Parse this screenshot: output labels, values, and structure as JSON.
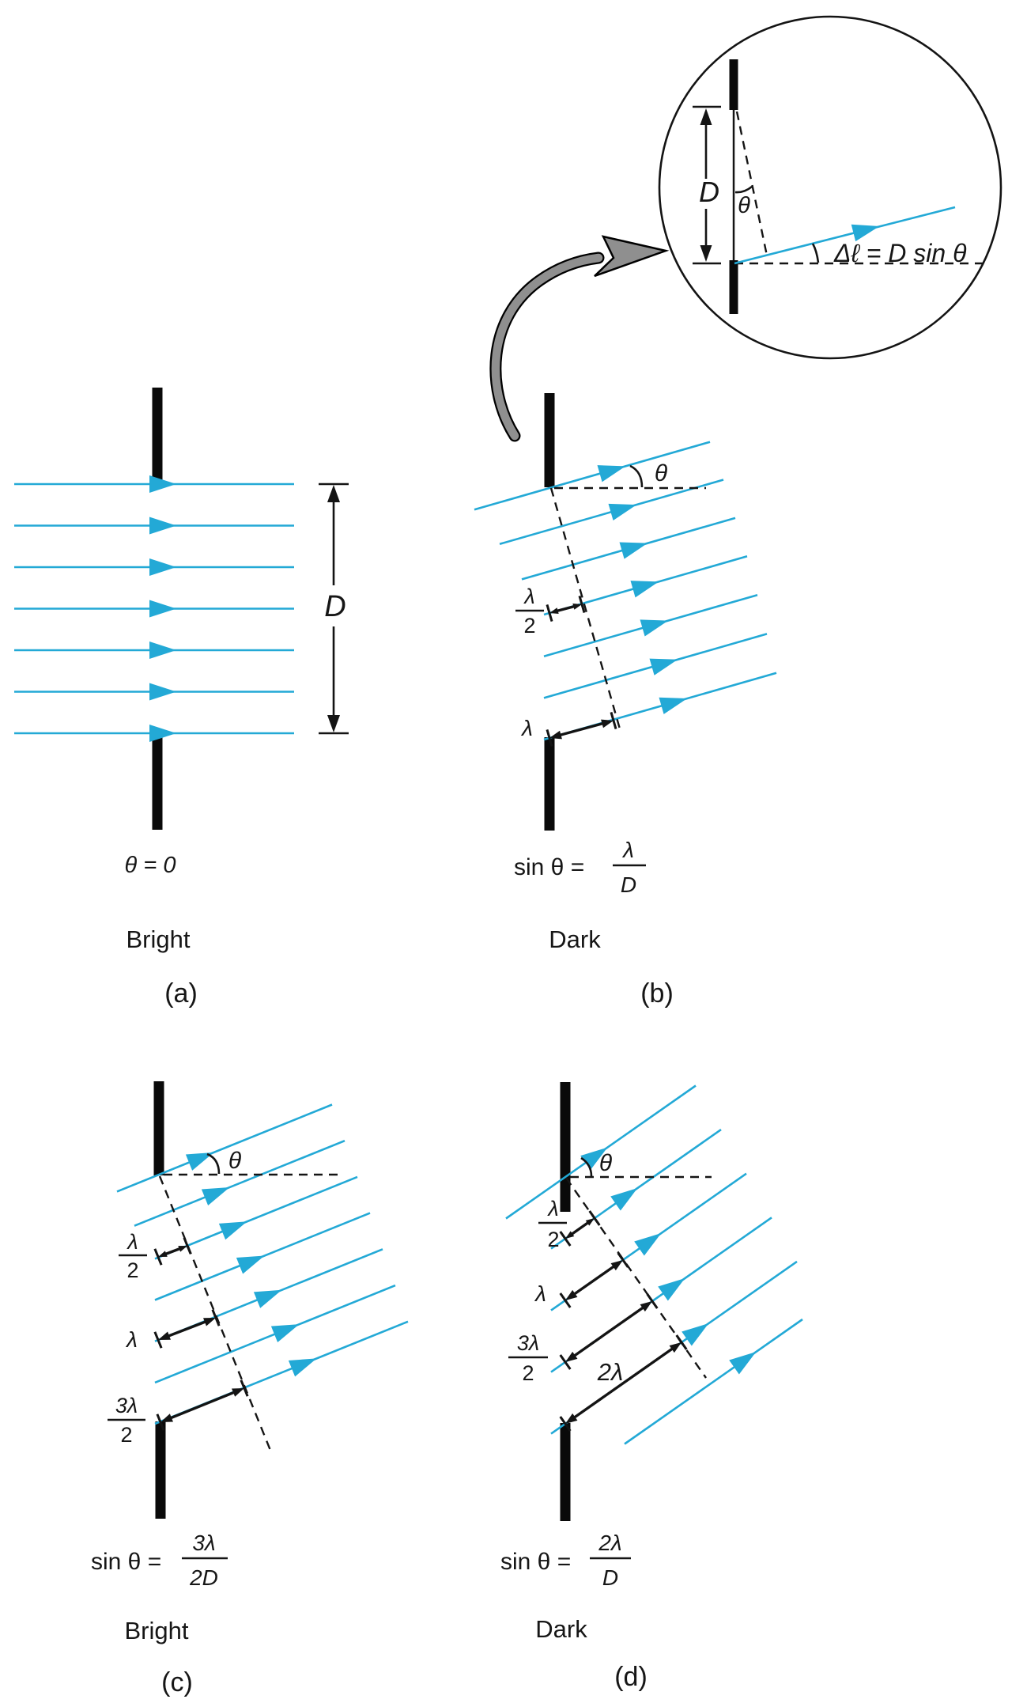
{
  "colors": {
    "ray_cyan": "#23a9d6",
    "ink_black": "#141414",
    "arrow_gray": "#8f8f8f"
  },
  "inset": {
    "d_label": "D",
    "theta_label": "θ",
    "path_difference_label": "Δℓ = D sin θ"
  },
  "panel_a": {
    "d_label": "D",
    "angle_label": "θ = 0",
    "result_label": "Bright",
    "caption": "(a)"
  },
  "panel_b": {
    "theta_label": "θ",
    "half_wavelength": {
      "num": "λ",
      "den": "2"
    },
    "wavelength_label": "λ",
    "formula": {
      "lhs": "sin θ =",
      "num": "λ",
      "den": "D"
    },
    "result_label": "Dark",
    "caption": "(b)"
  },
  "panel_c": {
    "theta_label": "θ",
    "half_wavelength": {
      "num": "λ",
      "den": "2"
    },
    "wavelength_label": "λ",
    "three_half_wavelength": {
      "num": "3λ",
      "den": "2"
    },
    "formula": {
      "lhs": "sin θ =",
      "num": "3λ",
      "den": "2D"
    },
    "result_label": "Bright",
    "caption": "(c)"
  },
  "panel_d": {
    "theta_label": "θ",
    "half_wavelength": {
      "num": "λ",
      "den": "2"
    },
    "wavelength_label": "λ",
    "three_half_wavelength": {
      "num": "3λ",
      "den": "2"
    },
    "two_wavelength_label": "2λ",
    "formula": {
      "lhs": "sin θ =",
      "num": "2λ",
      "den": "D"
    },
    "result_label": "Dark",
    "caption": "(d)"
  }
}
